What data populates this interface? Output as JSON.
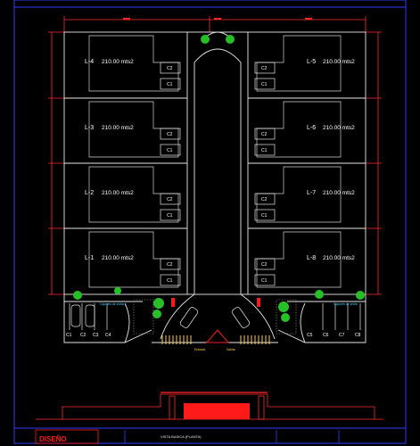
{
  "window": {
    "background": "#000000",
    "frame_color": "#2f3cff"
  },
  "plan": {
    "lots": [
      {
        "id": "lot-4",
        "label": "L-4",
        "area": "210.00 mts2",
        "side": "left",
        "row": 0
      },
      {
        "id": "lot-3",
        "label": "L-3",
        "area": "210.00 mts2",
        "side": "left",
        "row": 1
      },
      {
        "id": "lot-2",
        "label": "L-2",
        "area": "210.00 mts2",
        "side": "left",
        "row": 2
      },
      {
        "id": "lot-1",
        "label": "L-1",
        "area": "210.00 mts2",
        "side": "left",
        "row": 3
      },
      {
        "id": "lot-5",
        "label": "L-5",
        "area": "210.00 mts2",
        "side": "right",
        "row": 0
      },
      {
        "id": "lot-6",
        "label": "L-6",
        "area": "210.00 mts2",
        "side": "right",
        "row": 1
      },
      {
        "id": "lot-7",
        "label": "L-7",
        "area": "210.00 mts2",
        "side": "right",
        "row": 2
      },
      {
        "id": "lot-8",
        "label": "L-8",
        "area": "210.00 mts2",
        "side": "right",
        "row": 3
      }
    ],
    "boxes_left": [
      [
        "C2",
        "C1"
      ],
      [
        "C2",
        "C1"
      ],
      [
        "C2",
        "C1"
      ],
      [
        "C2",
        "C1"
      ]
    ],
    "boxes_right": [
      [
        "C2",
        "C1"
      ],
      [
        "C2",
        "C1"
      ],
      [
        "C2",
        "C1"
      ],
      [
        "C2",
        "C1"
      ]
    ],
    "parking_left": [
      "C1",
      "C2",
      "C3",
      "C4"
    ],
    "parking_right": [
      "C5",
      "C6",
      "C7",
      "C8"
    ],
    "parking_note_left": "Cajones de visita",
    "parking_note_right": "Cajones de visita",
    "entrance_label": "Entrada",
    "exit_label": "Salida"
  },
  "elevation": {},
  "title_block": {
    "logo_text": "DISEÑO",
    "title": "VISTA BASICA (PLANTA)"
  },
  "colors": {
    "outline": "#e6e6e6",
    "lot_text": "#ffffff",
    "dimension": "#ff2a2a",
    "tree": "#26c026",
    "parking_accent": "#ffd23b",
    "red_accent": "#ff1a1a",
    "note_cyan": "#3fd3ff"
  }
}
